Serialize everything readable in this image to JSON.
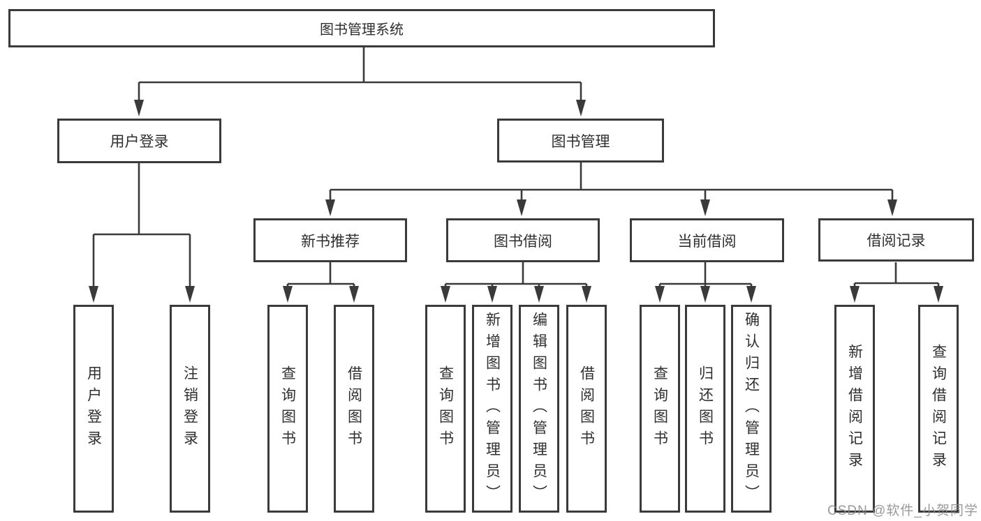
{
  "diagram": {
    "root": "图书管理系统",
    "level2": [
      "用户登录",
      "图书管理"
    ],
    "level3": [
      "新书推荐",
      "图书借阅",
      "当前借阅",
      "借阅记录"
    ],
    "leaves": [
      "用户登录",
      "注销登录",
      "查询图书",
      "借阅图书",
      "查询图书",
      "新增图书（管理员）",
      "编辑图书（管理员）",
      "借阅图书",
      "查询图书",
      "归还图书",
      "确认归还（管理员）",
      "新增借阅记录",
      "查询借阅记录"
    ]
  },
  "watermark": "CSDN @软件_小贺同学",
  "colors": {
    "line": "#3a3a3a",
    "text": "#2f2f2f",
    "background": "#ffffff",
    "watermark": "#878787"
  }
}
